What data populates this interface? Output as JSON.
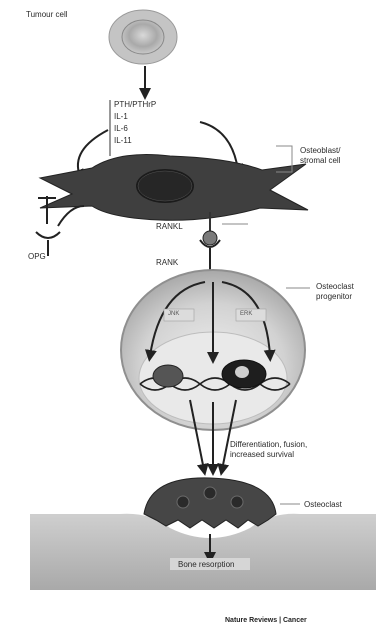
{
  "labels": {
    "tumour_cell": "Tumour cell",
    "ptrp": "PTH/PTHrP",
    "il1": "IL-1",
    "il6": "IL-6",
    "il11": "IL-11",
    "osteoblast": "Osteoblast/",
    "stromal": "stromal cell",
    "opg": "OPG",
    "rankl": "RANKL",
    "rank": "RANK",
    "precursor_1": "Osteoclast",
    "precursor_2": "progenitor",
    "mapk_left": "JNK",
    "mapk_right": "ERK",
    "diff_1": "Differentiation, fusion,",
    "diff_2": "increased survival",
    "osteoclast": "Osteoclast",
    "bone": "Bone resorption"
  },
  "footer": "Nature Reviews | Cancer",
  "colors": {
    "tumour": "#b8b8b8",
    "stromal_cell": "#3e3e3e",
    "progenitor": "#cfcfcf",
    "osteoclast": "#444444",
    "bone": "#bdbdbd"
  }
}
